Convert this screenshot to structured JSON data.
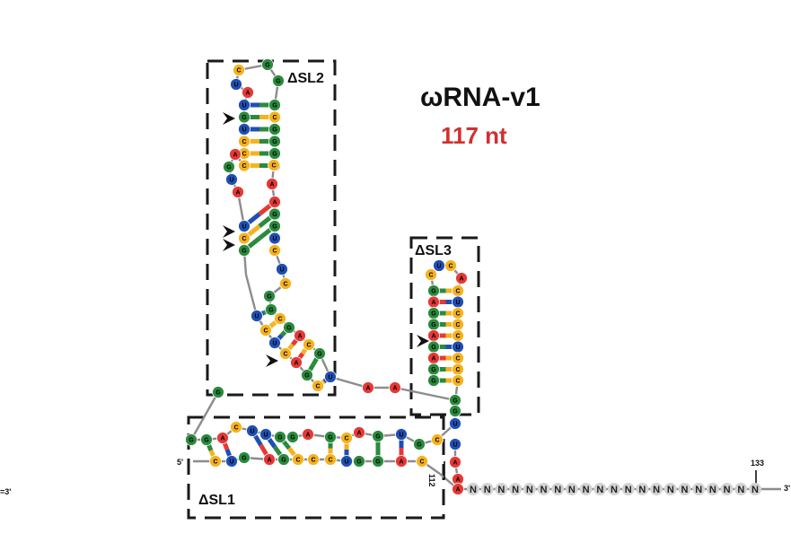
{
  "title": "ωRNA-v1",
  "length_label": "117 nt",
  "regions": {
    "sl1": "ΔSL1",
    "sl2": "ΔSL2",
    "sl3": "ΔSL3"
  },
  "end_labels": {
    "five_prime": "5'",
    "three_prime": "3'",
    "left_three_prime": "=3'",
    "pos_112": "112",
    "pos_133": "133"
  },
  "tail_letter": "N",
  "colors": {
    "A": "#e53935",
    "C": "#f6b21e",
    "G": "#2b8a3e",
    "U": "#1f4fb3",
    "N": "#d3d3d3",
    "backbone": "#8c8c8c",
    "box": "#1a1a1a",
    "accent_text": "#d32f2f"
  },
  "sl2_left": [
    "U",
    "G",
    "U",
    "C",
    "C",
    "C",
    "A",
    "G",
    "U",
    "A",
    "U",
    "C",
    "G"
  ],
  "sl2_right": [
    "G",
    "C",
    "G",
    "G",
    "G",
    "G",
    "C",
    "A",
    "A",
    "G",
    "G",
    "U",
    "C"
  ],
  "sl3_left": [
    "G",
    "A",
    "G",
    "G",
    "A",
    "G",
    "A",
    "G",
    "G"
  ],
  "sl3_right": [
    "C",
    "U",
    "C",
    "C",
    "C",
    "U",
    "C",
    "C",
    "C"
  ],
  "sl1_top": [
    "G",
    "A",
    "C",
    "U",
    "U",
    "G",
    "G",
    "A",
    "G",
    "C",
    "A",
    "G",
    "U"
  ],
  "sl1_bottom": [
    "C",
    "U",
    "G",
    "A",
    "G",
    "C",
    "C",
    "C",
    "U",
    "G",
    "G",
    "A",
    "C"
  ]
}
